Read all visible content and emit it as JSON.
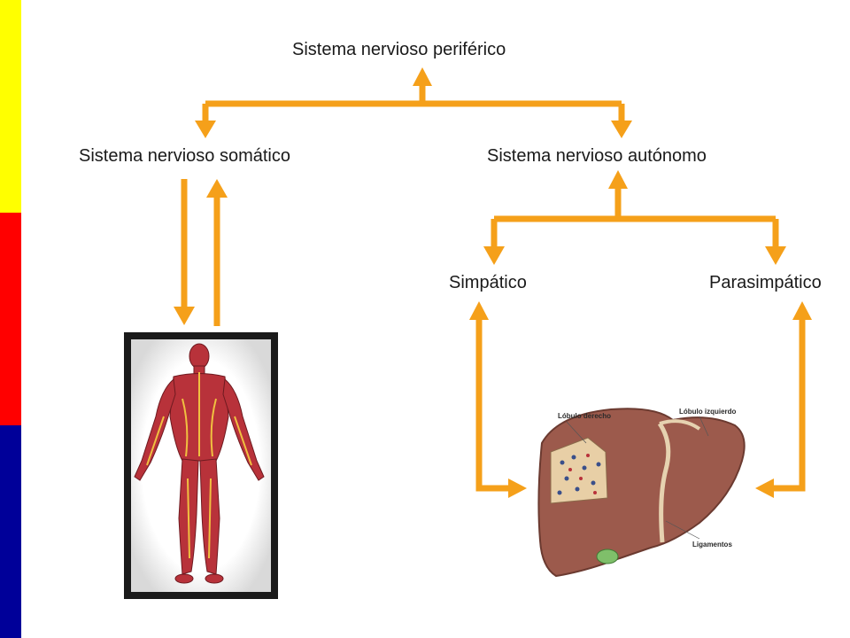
{
  "colors": {
    "arrow": "#f5a01a",
    "bar_top": "#ffff00",
    "bar_middle": "#ff0000",
    "bar_bottom": "#000099",
    "muscle": "#b8323a",
    "liver": "#9c5a4c"
  },
  "nodes": {
    "peripheral": "Sistema nervioso periférico",
    "somatic": "Sistema nervioso somático",
    "autonomic": "Sistema nervioso autónomo",
    "sympathetic": "Simpático",
    "parasympathetic": "Parasimpático"
  },
  "liver_labels": {
    "right_lobe": "Lóbulo derecho",
    "left_lobe": "Lóbulo izquierdo",
    "ligaments": "Ligamentos"
  },
  "icons": {
    "body": "human-muscular-system-icon",
    "liver": "liver-anatomy-icon"
  }
}
